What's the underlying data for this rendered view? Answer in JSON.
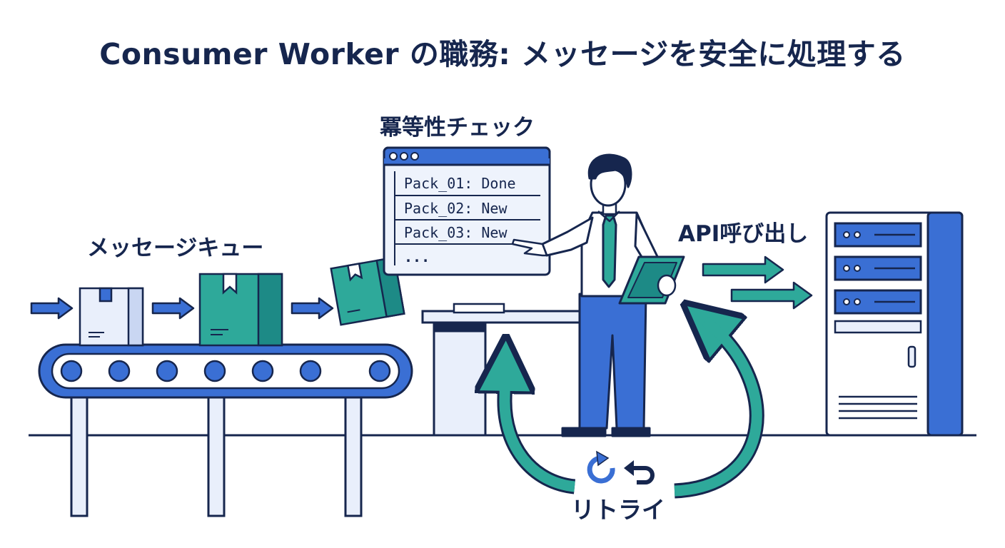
{
  "title": "Consumer Worker の職務: メッセージを安全に処理する",
  "labels": {
    "queue": "メッセージキュー",
    "idempotency": "冪等性チェック",
    "api_call": "API呼び出し",
    "retry": "リトライ"
  },
  "idempotency_window": {
    "rows": [
      "Pack_01: Done",
      "Pack_02: New",
      "Pack_03: New"
    ],
    "more": "..."
  },
  "icons": [
    "arrow-right-icon",
    "box-icon",
    "conveyor-belt-icon",
    "browser-window-icon",
    "worker-person-icon",
    "tablet-icon",
    "server-rack-icon",
    "retry-arrow-icon",
    "refresh-icon",
    "undo-icon"
  ],
  "colors": {
    "navy": "#16264e",
    "blue": "#3a6fd4",
    "teal": "#2ea99a",
    "light_blue": "#e9effb",
    "white": "#ffffff"
  }
}
